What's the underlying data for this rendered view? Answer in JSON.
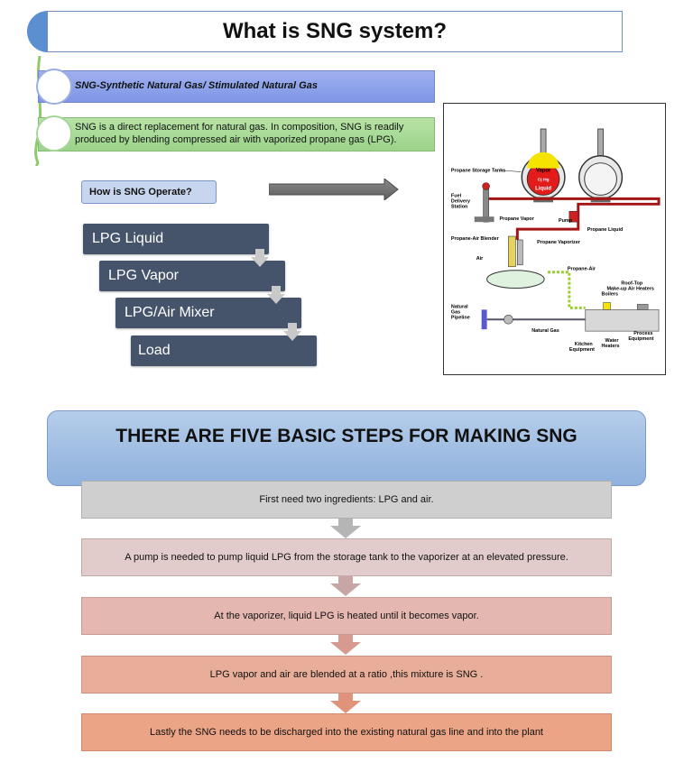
{
  "header": {
    "title": "What is SNG system?"
  },
  "intro": {
    "definition": "SNG-Synthetic Natural Gas/ Stimulated Natural Gas",
    "description": "SNG is a direct replacement for natural gas. In composition, SNG is readily produced by blending compressed air with vaporized propane gas (LPG)."
  },
  "operation": {
    "question": "How is SNG Operate?",
    "steps": [
      "LPG Liquid",
      "LPG Vapor",
      "LPG/Air Mixer",
      "Load"
    ]
  },
  "schematic": {
    "tank_label": "Propane Storage Tanks",
    "vapor": "Vapor",
    "liquid": "Liquid",
    "gauge": "Cj Hg",
    "fuel_delivery": "Fuel Delivery Station",
    "propane_vapor": "Propane Vapor",
    "pump": "Pump",
    "propane_liquid": "Propane Liquid",
    "blender": "Propane-Air Blender",
    "vaporizer": "Propane Vaporizer",
    "air": "Air",
    "propane_air": "Propane-Air",
    "boilers": "Boilers",
    "rooftop": "Roof-Top Make-up Air Heaters",
    "pipeline": "Natural Gas Pipeline",
    "natural_gas": "Natural Gas",
    "kitchen": "Kitchen Equipment",
    "water_heaters": "Water Heaters",
    "process": "Process Equipment"
  },
  "five_steps": {
    "heading": "THERE ARE FIVE BASIC STEPS FOR MAKING SNG",
    "items": [
      "First need two ingredients: LPG and air.",
      "A pump is needed to pump liquid LPG from the storage tank to the vaporizer at an elevated pressure.",
      "At the vaporizer, liquid LPG is heated until it becomes vapor.",
      "LPG vapor and air are blended at a ratio ,this mixture is SNG .",
      "Lastly the SNG needs to be discharged into the existing natural gas line and into the plant"
    ]
  }
}
